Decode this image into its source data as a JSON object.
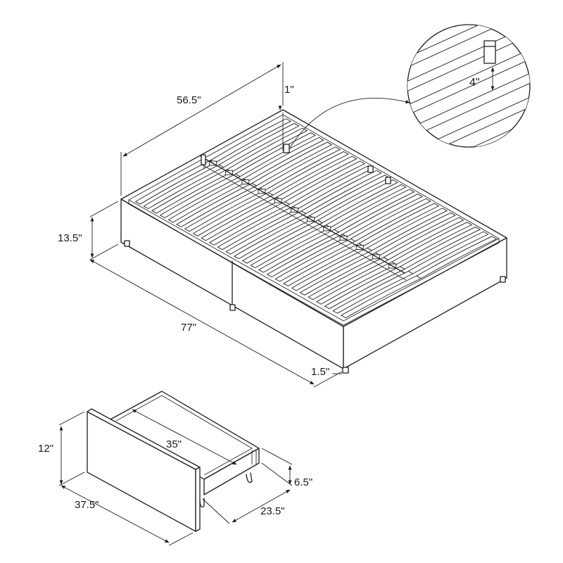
{
  "dimensions": {
    "bed_width": "56.5\"",
    "bed_headboard_gap": "1\"",
    "bed_height": "13.5\"",
    "bed_length": "77\"",
    "bed_leg_inset": "1.5\"",
    "slat_leg_height": "4\"",
    "drawer_height": "12\"",
    "drawer_inner_length": "35\"",
    "drawer_front_width": "37.5\"",
    "drawer_box_height": "6.5\"",
    "drawer_depth": "23.5\""
  }
}
